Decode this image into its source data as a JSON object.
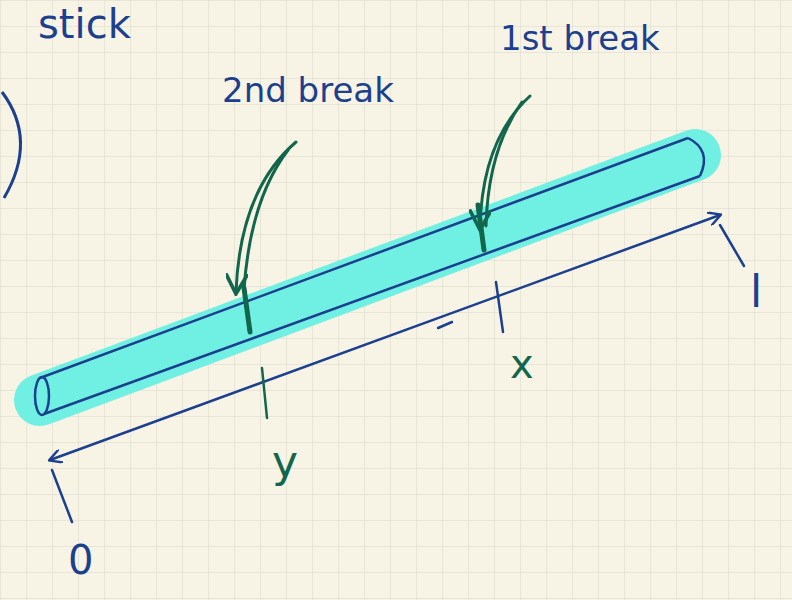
{
  "diagram": {
    "labels": [
      "stick",
      "2nd break",
      "1st break",
      "y",
      "x",
      "l",
      "0"
    ]
  }
}
